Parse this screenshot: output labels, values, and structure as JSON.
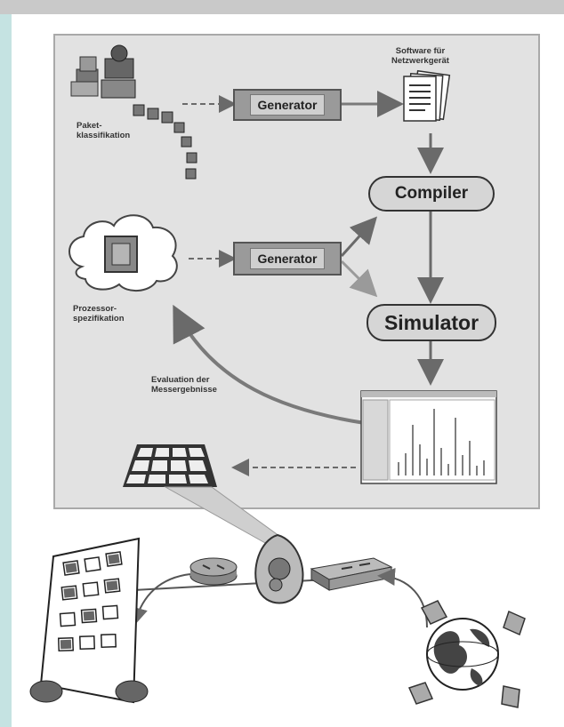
{
  "labels": {
    "paket_line1": "Paket-",
    "paket_line2": "klassifikation",
    "software_line1": "Software für",
    "software_line2": "Netzwerkgerät",
    "prozessor_line1": "Prozessor-",
    "prozessor_line2": "spezifikation",
    "evaluation_line1": "Evaluation der",
    "evaluation_line2": "Messergebnisse"
  },
  "boxes": {
    "generator_top": "Generator",
    "generator_mid": "Generator",
    "compiler": "Compiler",
    "simulator": "Simulator"
  },
  "colors": {
    "panel_bg": "#e2e2e2",
    "left_strip": "#c5e3e2",
    "top_bar": "#c9c9c9"
  }
}
